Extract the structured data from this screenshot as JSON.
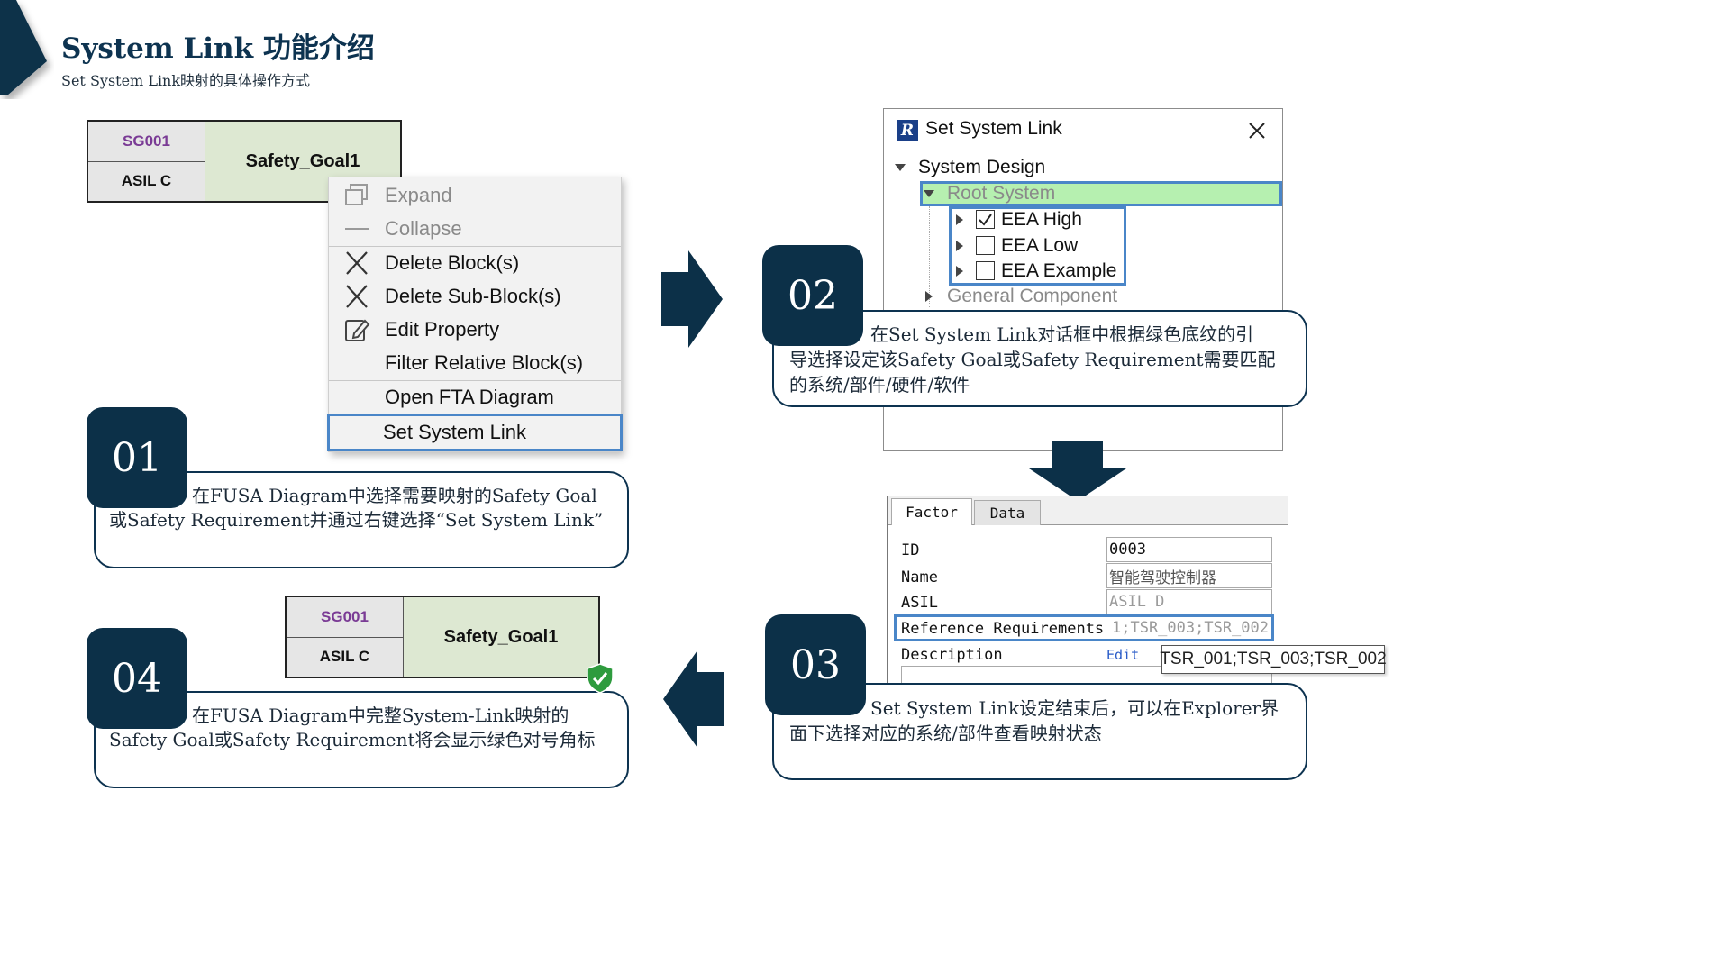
{
  "header": {
    "title": "System Link 功能介绍",
    "subtitle": "Set System Link映射的具体操作方式"
  },
  "block_top": {
    "id": "SG001",
    "asil": "ASIL C",
    "name": "Safety_Goal1"
  },
  "block_bottom": {
    "id": "SG001",
    "asil": "ASIL C",
    "name": "Safety_Goal1",
    "status_icon": "green-check-shield-icon"
  },
  "context_menu": {
    "items": [
      {
        "label": "Expand",
        "icon": "expand-icon",
        "disabled": true
      },
      {
        "label": "Collapse",
        "icon": "collapse-icon",
        "disabled": true
      },
      {
        "label": "Delete Block(s)",
        "icon": "delete-icon"
      },
      {
        "label": "Delete Sub-Block(s)",
        "icon": "delete-icon"
      },
      {
        "label": "Edit Property",
        "icon": "edit-icon"
      },
      {
        "label": "Filter Relative Block(s)",
        "icon": ""
      },
      {
        "label": "Open FTA Diagram",
        "icon": ""
      },
      {
        "label": "Set System Link",
        "icon": "",
        "highlighted": true
      }
    ]
  },
  "steps": [
    {
      "number": "01",
      "line1": "在FUSA Diagram中选择需要映射的Safety Goal",
      "line2": "或Safety Requirement并通过右键选择“Set System Link”",
      "line3": ""
    },
    {
      "number": "02",
      "line1": "在Set System Link对话框中根据绿色底纹的引",
      "line2": "导选择设定该Safety Goal或Safety Requirement需要匹配",
      "line3": "的系统/部件/硬件/软件"
    },
    {
      "number": "03",
      "line1": "Set System Link设定结束后，可以在Explorer界",
      "line2": "面下选择对应的系统/部件查看映射状态",
      "line3": ""
    },
    {
      "number": "04",
      "line1": "在FUSA Diagram中完整System-Link映射的",
      "line2": "Safety Goal或Safety Requirement将会显示绿色对号角标",
      "line3": ""
    }
  ],
  "dialog": {
    "title": "Set System Link",
    "logo": "R",
    "tree": {
      "root": "System Design",
      "selected": "Root System",
      "children": [
        {
          "label": "EEA High",
          "checked": true
        },
        {
          "label": "EEA Low",
          "checked": false
        },
        {
          "label": "EEA Example",
          "checked": false
        }
      ],
      "sibling": "General Component"
    },
    "colors": {
      "selected_bg": "#b6f0b0",
      "highlight_border": "#4a86c8"
    }
  },
  "property_panel": {
    "tabs": [
      "Factor",
      "Data"
    ],
    "active_tab": "Factor",
    "rows": [
      {
        "label": "ID",
        "value": "0003"
      },
      {
        "label": "Name",
        "value": "智能驾驶控制器"
      },
      {
        "label": "ASIL",
        "value": "ASIL D"
      },
      {
        "label": "Reference Requirements",
        "value": "1;TSR_003;TSR_002"
      },
      {
        "label": "Description",
        "value": "Edit"
      }
    ],
    "tooltip": "TSR_001;TSR_003;TSR_002"
  },
  "colors": {
    "navy": "#0c3048",
    "accent_blue": "#4a86c8",
    "check_green": "#2e9b3e"
  }
}
